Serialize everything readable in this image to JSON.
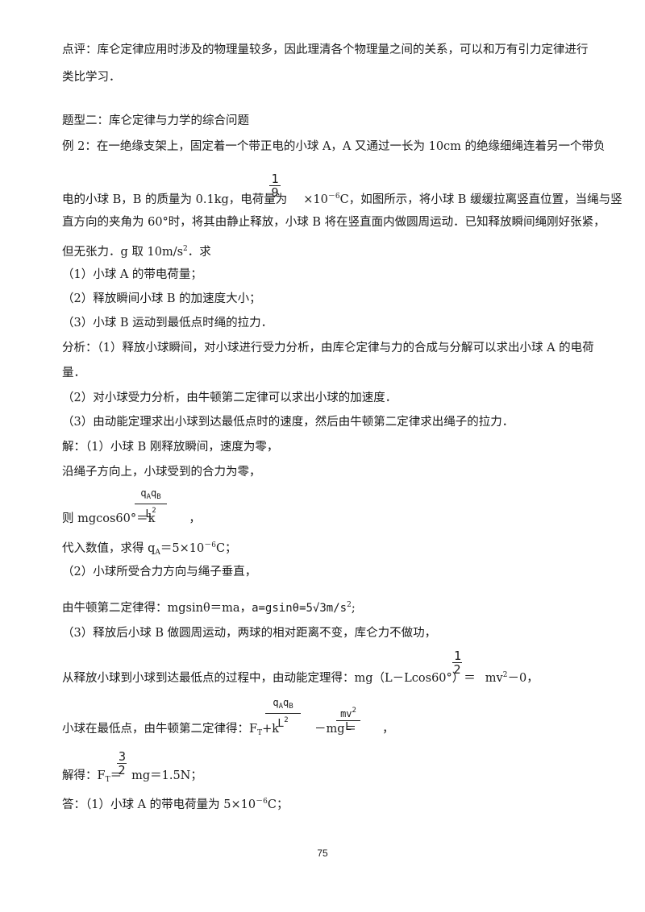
{
  "lines": {
    "l01": "点评：库仑定律应用时涉及的物理量较多，因此理清各个物理量之间的关系，可以和万有引力定律进行",
    "l02": "类比学习．",
    "l03": "题型二：库仑定律与力学的综合问题",
    "l04": "例 2：在一绝缘支架上，固定着一个带正电的小球 A，A 又通过一长为 10cm 的绝缘细绳连着另一个带负",
    "l05a": "电的小球 B，B 的质量为 0.1kg，电荷量为",
    "l05b": "×10",
    "l05c": "C，如图所示，将小球 B 缓缓拉离竖直位置，当绳与竖",
    "l06": "直方向的夹角为 60°时，将其由静止释放，小球 B 将在竖直面内做圆周运动．已知释放瞬间绳刚好张紧，",
    "l07a": "但无张力．g 取 10m/s",
    "l07b": "．求",
    "l08": "（1）小球 A 的带电荷量；",
    "l09": "（2）释放瞬间小球 B 的加速度大小；",
    "l10": "（3）小球 B 运动到最低点时绳的拉力．",
    "l11": "分析：（1）释放小球瞬间，对小球进行受力分析，由库仑定律与力的合成与分解可以求出小球 A 的电荷",
    "l12": "量．",
    "l13": "（2）对小球受力分析，由牛顿第二定律可以求出小球的加速度．",
    "l14": "（3）由动能定理求出小球到达最低点时的速度，然后由牛顿第二定律求出绳子的拉力．",
    "l15": "解：（1）小球 B 刚释放瞬间，速度为零，",
    "l16": "沿绳子方向上，小球受到的合力为零，",
    "l17a": "则 mgcos60°＝k",
    "l17b": "，",
    "l18a": "代入数值，求得 q",
    "l18b": "＝5×10",
    "l18c": "C；",
    "l19": "（2）小球所受合力方向与绳子垂直，",
    "l20a": "由牛顿第二定律得：mgsinθ＝ma，",
    "l20b": "a=gsinθ=5√3m/s",
    "l20c": ";",
    "l21": "（3）释放后小球 B 做圆周运动，两球的相对距离不变，库仑力不做功，",
    "l22a": "从释放小球到小球到达最低点的过程中，由动能定理得：mg（L－Lcos60°）＝",
    "l22b": "mv",
    "l22c": "－0，",
    "l23a": "小球在最低点，由牛顿第二定律得：F",
    "l23b": "+k",
    "l23c": "－mg＝",
    "l23d": "，",
    "l24a": "解得：F",
    "l24b": "＝",
    "l24c": "mg＝1.5N；",
    "l25a": "答：（1）小球 A 的带电荷量为 5×10",
    "l25b": "C；"
  },
  "scripts": {
    "exp_neg6": "－6",
    "sq2": "2",
    "sub_A": "A",
    "sub_T": "T"
  },
  "fracs": {
    "one": "1",
    "nine": "9",
    "qaqb": "qAqB",
    "L2": "L2",
    "two": "2",
    "mv2": "mv2",
    "L": "L",
    "three": "3"
  },
  "page_number": "75"
}
